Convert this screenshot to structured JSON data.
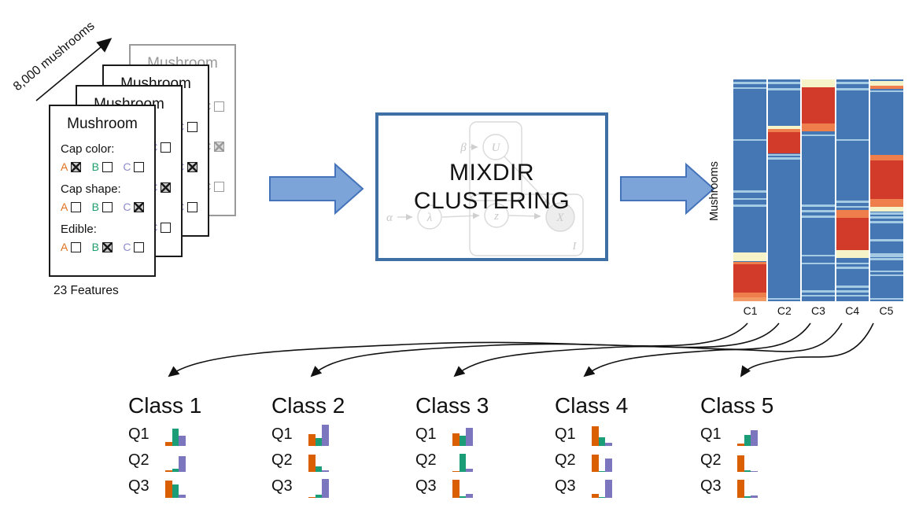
{
  "stack": {
    "count_label": "8,000 mushrooms",
    "features_label": "23 Features"
  },
  "card": {
    "title": "Mushroom",
    "option_colors": {
      "A": "#e2711d",
      "B": "#1f9d6d",
      "C": "#8f8ccc"
    },
    "questions": [
      {
        "label": "Cap color:",
        "options": [
          {
            "letter": "A",
            "checked": true
          },
          {
            "letter": "B",
            "checked": false
          },
          {
            "letter": "C",
            "checked": false
          }
        ]
      },
      {
        "label": "Cap shape:",
        "options": [
          {
            "letter": "A",
            "checked": false
          },
          {
            "letter": "B",
            "checked": false
          },
          {
            "letter": "C",
            "checked": true
          }
        ]
      },
      {
        "label": "Edible:",
        "options": [
          {
            "letter": "A",
            "checked": false
          },
          {
            "letter": "B",
            "checked": true
          },
          {
            "letter": "C",
            "checked": false
          }
        ]
      }
    ]
  },
  "model_box": {
    "line1": "MIXDIR",
    "line2": "CLUSTERING",
    "graph": {
      "alpha": "α",
      "beta": "β",
      "lambda": "λ",
      "u": "U",
      "z": "z",
      "x": "X",
      "plate_label": "I"
    }
  },
  "heatmap": {
    "ylabel": "Mushrooms",
    "colors": {
      "base": "#4577b4",
      "red": "#d23b2a",
      "orange": "#ee7e4c",
      "orange_l": "#f29a66",
      "cream": "#f7f3c8",
      "light": "#a4cbe3"
    },
    "columns": [
      {
        "label": "C1",
        "bands": [
          [
            1,
            1,
            "light"
          ],
          [
            3.5,
            0.8,
            "light"
          ],
          [
            27,
            0.8,
            "light"
          ],
          [
            50,
            0.9,
            "light"
          ],
          [
            53.5,
            0.7,
            "light"
          ],
          [
            56.5,
            1.1,
            "light"
          ],
          [
            78,
            4,
            "cream"
          ],
          [
            82.2,
            1.2,
            "orange"
          ],
          [
            83.4,
            12.6,
            "red"
          ],
          [
            96,
            2.2,
            "orange"
          ],
          [
            98.2,
            1.8,
            "orange_l"
          ]
        ]
      },
      {
        "label": "C2",
        "bands": [
          [
            1.2,
            1,
            "light"
          ],
          [
            4,
            0.8,
            "light"
          ],
          [
            21,
            1.4,
            "cream"
          ],
          [
            22.4,
            1.3,
            "orange"
          ],
          [
            23.7,
            9.8,
            "red"
          ],
          [
            33.8,
            0.7,
            "light"
          ],
          [
            35.2,
            0.8,
            "light"
          ],
          [
            98.5,
            0.8,
            "light"
          ]
        ]
      },
      {
        "label": "C3",
        "bands": [
          [
            0,
            3.5,
            "cream"
          ],
          [
            3.5,
            16.5,
            "red"
          ],
          [
            20,
            3.3,
            "orange"
          ],
          [
            24.8,
            0.8,
            "light"
          ],
          [
            56.5,
            1,
            "light"
          ],
          [
            59,
            0.8,
            "light"
          ],
          [
            61.5,
            1,
            "light"
          ],
          [
            79,
            0.8,
            "light"
          ],
          [
            82.5,
            0.8,
            "light"
          ],
          [
            95,
            1,
            "light"
          ],
          [
            97,
            0.8,
            "light"
          ]
        ]
      },
      {
        "label": "C4",
        "bands": [
          [
            1.2,
            1,
            "light"
          ],
          [
            4,
            0.8,
            "light"
          ],
          [
            27,
            0.8,
            "light"
          ],
          [
            54.5,
            1,
            "light"
          ],
          [
            57,
            0.8,
            "light"
          ],
          [
            59,
            3.5,
            "orange"
          ],
          [
            62.5,
            14.5,
            "red"
          ],
          [
            77,
            3.5,
            "cream"
          ],
          [
            82.5,
            1,
            "light"
          ],
          [
            84.5,
            0.8,
            "light"
          ],
          [
            93,
            0.8,
            "light"
          ],
          [
            95,
            1,
            "light"
          ],
          [
            97.2,
            0.8,
            "light"
          ]
        ]
      },
      {
        "label": "C5",
        "bands": [
          [
            0.8,
            2,
            "cream"
          ],
          [
            2.8,
            1.3,
            "orange"
          ],
          [
            5,
            0.8,
            "light"
          ],
          [
            34,
            2.5,
            "orange"
          ],
          [
            36.5,
            17.5,
            "red"
          ],
          [
            54,
            3.5,
            "orange"
          ],
          [
            57.5,
            2,
            "cream"
          ],
          [
            60,
            1,
            "light"
          ],
          [
            61.8,
            0.8,
            "light"
          ],
          [
            64,
            0.8,
            "light"
          ],
          [
            72,
            1,
            "light"
          ],
          [
            78.5,
            1.5,
            "light"
          ],
          [
            80.5,
            1,
            "light"
          ],
          [
            86,
            0.8,
            "light"
          ],
          [
            88,
            0.8,
            "light"
          ],
          [
            98.5,
            0.8,
            "light"
          ]
        ]
      }
    ]
  },
  "bar_colors": [
    "#d95f02",
    "#1b9e77",
    "#7b76bd"
  ],
  "classes": [
    {
      "name": "Class 1",
      "rows": [
        {
          "label": "Q1",
          "values": [
            0.18,
            0.72,
            0.42
          ]
        },
        {
          "label": "Q2",
          "values": [
            0.08,
            0.15,
            0.67
          ]
        },
        {
          "label": "Q3",
          "values": [
            0.73,
            0.57,
            0.13
          ]
        }
      ]
    },
    {
      "name": "Class 2",
      "rows": [
        {
          "label": "Q1",
          "values": [
            0.5,
            0.33,
            0.9
          ]
        },
        {
          "label": "Q2",
          "values": [
            0.73,
            0.22,
            0.06
          ]
        },
        {
          "label": "Q3",
          "values": [
            0.05,
            0.13,
            0.8
          ]
        }
      ]
    },
    {
      "name": "Class 3",
      "rows": [
        {
          "label": "Q1",
          "values": [
            0.55,
            0.42,
            0.78
          ]
        },
        {
          "label": "Q2",
          "values": [
            0.05,
            0.78,
            0.12
          ]
        },
        {
          "label": "Q3",
          "values": [
            0.78,
            0.07,
            0.18
          ]
        }
      ]
    },
    {
      "name": "Class 4",
      "rows": [
        {
          "label": "Q1",
          "values": [
            0.82,
            0.38,
            0.12
          ]
        },
        {
          "label": "Q2",
          "values": [
            0.73,
            0.05,
            0.57
          ]
        },
        {
          "label": "Q3",
          "values": [
            0.18,
            0.05,
            0.78
          ]
        }
      ]
    },
    {
      "name": "Class 5",
      "rows": [
        {
          "label": "Q1",
          "values": [
            0.1,
            0.47,
            0.67
          ]
        },
        {
          "label": "Q2",
          "values": [
            0.7,
            0.07,
            0.05
          ]
        },
        {
          "label": "Q3",
          "values": [
            0.78,
            0.08,
            0.1
          ]
        }
      ]
    }
  ]
}
